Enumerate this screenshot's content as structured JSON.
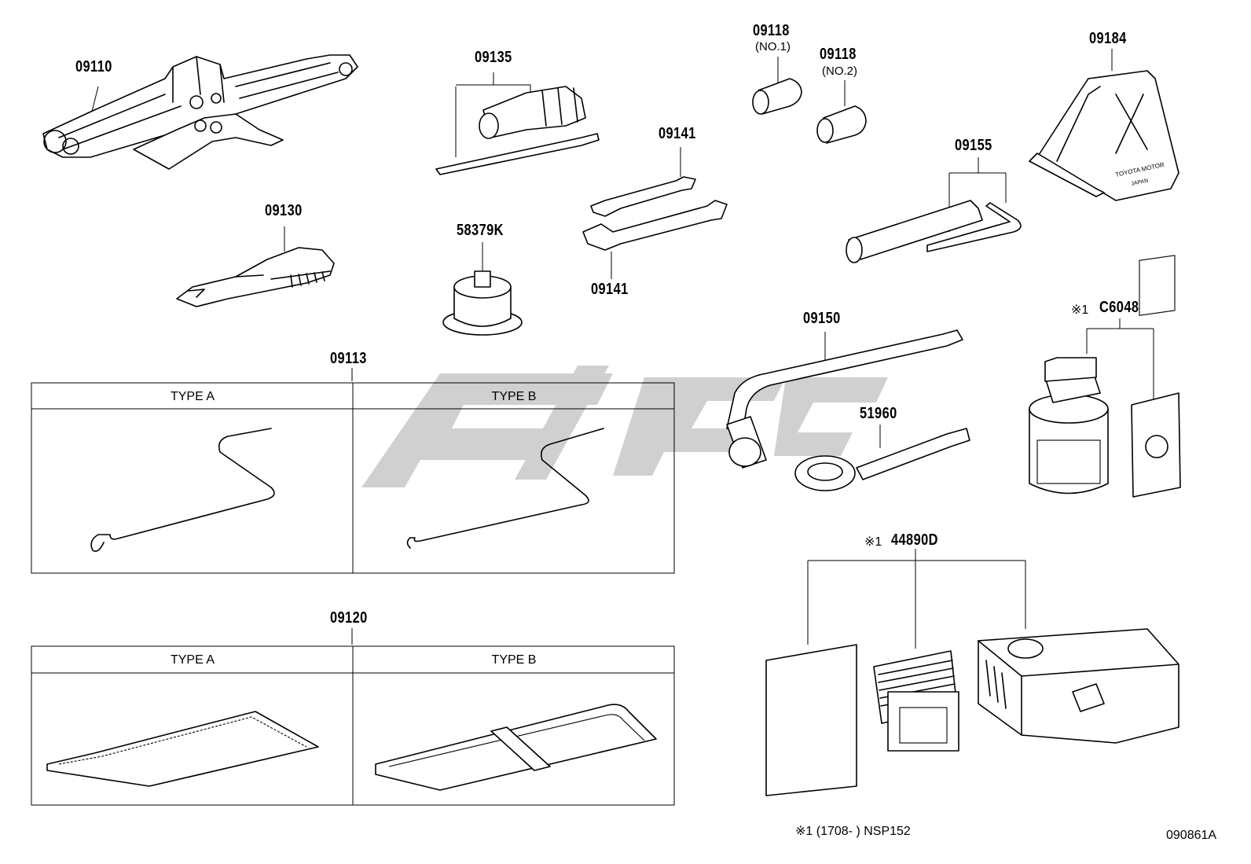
{
  "parts": {
    "jack": "09110",
    "screwdriver": "09135",
    "socket_no1": "09118",
    "socket_no1_sub": "(NO.1)",
    "socket_no2": "09118",
    "socket_no2_sub": "(NO.2)",
    "wheel_chock": "09184",
    "pliers": "09130",
    "plug": "58379K",
    "wrench_upper": "09141",
    "wrench_lower": "09141",
    "box_wrench": "09155",
    "lug_wrench": "09150",
    "sealant_prefix": "※1",
    "sealant": "C6048",
    "jack_handle": "09113",
    "towing_eye": "51960",
    "repair_kit_prefix": "※1",
    "repair_kit": "44890D",
    "tool_bag": "09120"
  },
  "handle_table": {
    "type_a": "TYPE A",
    "type_b": "TYPE B"
  },
  "bag_table": {
    "type_a": "TYPE A",
    "type_b": "TYPE B"
  },
  "chock_text": {
    "line1": "TOYOTA MOTOR",
    "line2": "JAPAN"
  },
  "footnote": "※1 (1708-       ) NSP152",
  "diagram_id": "090861A",
  "watermark_color": "#c8c8c8"
}
